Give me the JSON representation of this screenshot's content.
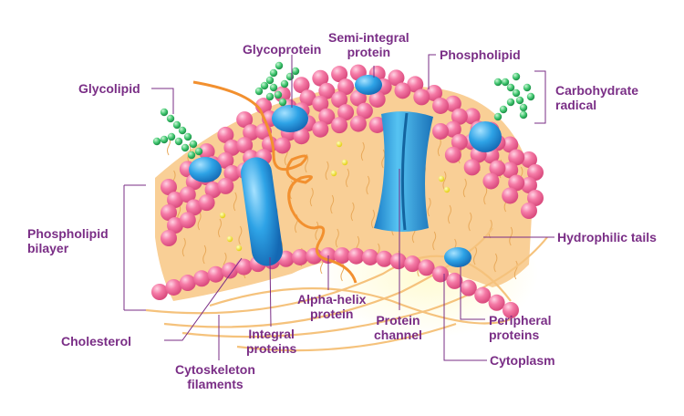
{
  "colors": {
    "label": "#7a2e86",
    "leader": "#7a2e86",
    "phospholipid_head": "#f06a98",
    "bilayer_core": "#f9cf96",
    "protein": "#2f9bdc",
    "carbohydrate": "#38c46a",
    "alpha_helix": "#f2902f",
    "cholesterol": "#f4e23a",
    "cytoskeleton": "#f5c27c",
    "cytoplasm_glow": "#fffbd0"
  },
  "labels": {
    "glycoprotein": "Glycoprotein",
    "semi_integral": "Semi-integral\nprotein",
    "phospholipid": "Phospholipid",
    "glycolipid": "Glycolipid",
    "carbohydrate_radical": "Carbohydrate\nradical",
    "phospholipid_bilayer": "Phospholipid\nbilayer",
    "hydrophilic_tails": "Hydrophilic tails",
    "alpha_helix": "Alpha-helix\nprotein",
    "protein_channel": "Protein\nchannel",
    "peripheral_proteins": "Peripheral\nproteins",
    "cholesterol": "Cholesterol",
    "integral_proteins": "Integral\nproteins",
    "cytoplasm": "Cytoplasm",
    "cytoskeleton": "Cytoskeleton\nfilaments"
  }
}
